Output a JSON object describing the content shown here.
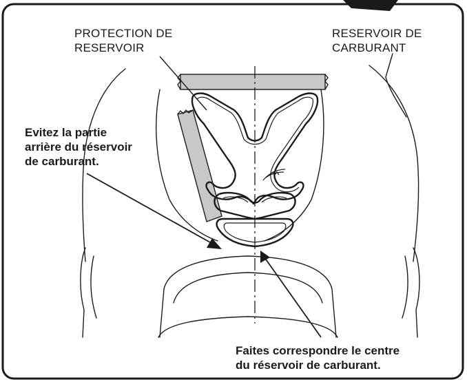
{
  "labels": {
    "tank_protection": [
      "PROTECTION DE",
      "RESERVOIR"
    ],
    "fuel_tank": [
      "RESERVOIR DE",
      "CARBURANT"
    ],
    "avoid_rear": [
      "Evitez la partie",
      "arrière du réservoir",
      "de carburant."
    ],
    "match_center": [
      "Faites correspondre le centre",
      "du réservoir de carburant."
    ]
  },
  "colors": {
    "line": "#1a1a1a",
    "tape": "#c8c8c8",
    "background": "#ffffff",
    "tab": "#1a1a1a"
  },
  "icons": [
    "tank-pad-emblem-icon"
  ]
}
